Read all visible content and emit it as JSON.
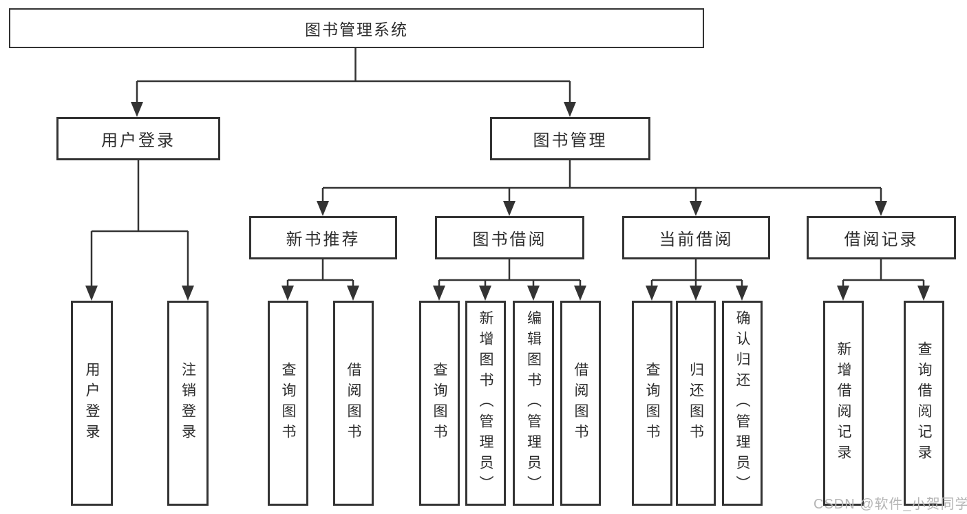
{
  "tree": {
    "root": {
      "label": "图书管理系统"
    },
    "branches": [
      {
        "label": "用户登录",
        "children": [
          {
            "label": "用户登录"
          },
          {
            "label": "注销登录"
          }
        ]
      },
      {
        "label": "图书管理",
        "children": [
          {
            "label": "新书推荐",
            "children": [
              {
                "label": "查询图书"
              },
              {
                "label": "借阅图书"
              }
            ]
          },
          {
            "label": "图书借阅",
            "children": [
              {
                "label": "查询图书"
              },
              {
                "label": "新增图书（管理员）"
              },
              {
                "label": "编辑图书（管理员）"
              },
              {
                "label": "借阅图书"
              }
            ]
          },
          {
            "label": "当前借阅",
            "children": [
              {
                "label": "查询图书"
              },
              {
                "label": "归还图书"
              },
              {
                "label": "确认归还（管理员）"
              }
            ]
          },
          {
            "label": "借阅记录",
            "children": [
              {
                "label": "新增借阅记录"
              },
              {
                "label": "查询借阅记录"
              }
            ]
          }
        ]
      }
    ]
  },
  "watermark": {
    "text": "CSDN @软件_小贺同学"
  },
  "colors": {
    "line": "#333333",
    "border": "#333333",
    "text": "#2d2d2d",
    "watermark": "#b5b5b5",
    "background": "#ffffff"
  }
}
